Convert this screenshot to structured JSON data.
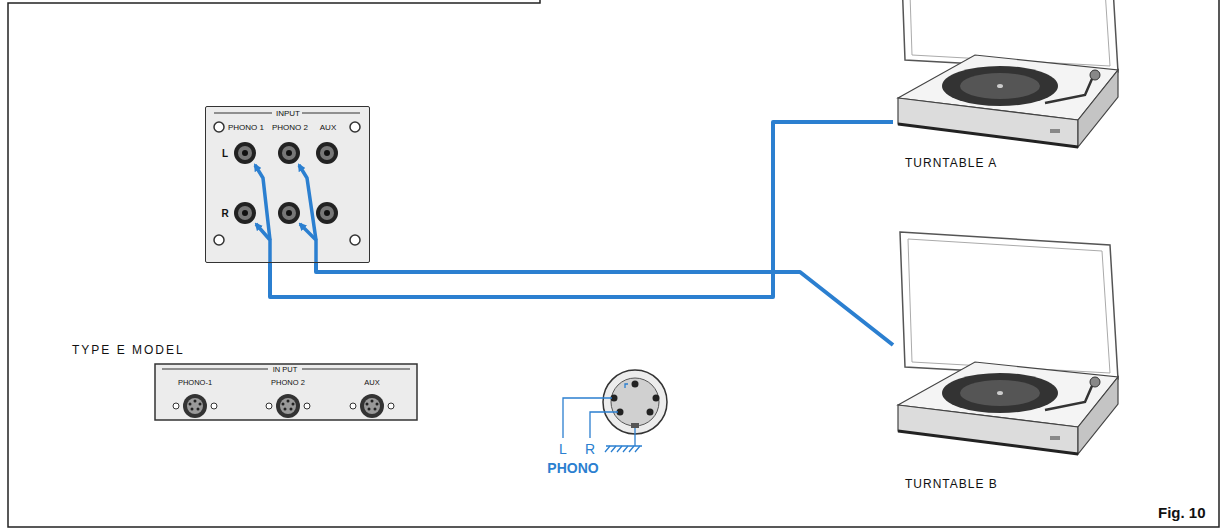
{
  "diagram": {
    "nodes": [
      {
        "text": [
          "INPUT",
          "PHONO 1",
          "PHONO 2",
          "AUX",
          "L",
          "R"
        ]
      },
      {
        "text": [
          "TURNTABLE A"
        ]
      },
      {
        "text": [
          "TURNTABLE B"
        ]
      },
      {
        "text": [
          "TYPE E MODEL",
          "IN PUT",
          "PHONO-1",
          "PHONO 2",
          "AUX"
        ]
      }
    ],
    "edges": [
      {
        "from": 1,
        "to": 0,
        "arrow": "none"
      },
      {
        "from": 2,
        "to": 0,
        "arrow": "none"
      }
    ],
    "labels": [
      "L",
      "R",
      "PHONO",
      "Fig. 10"
    ]
  }
}
